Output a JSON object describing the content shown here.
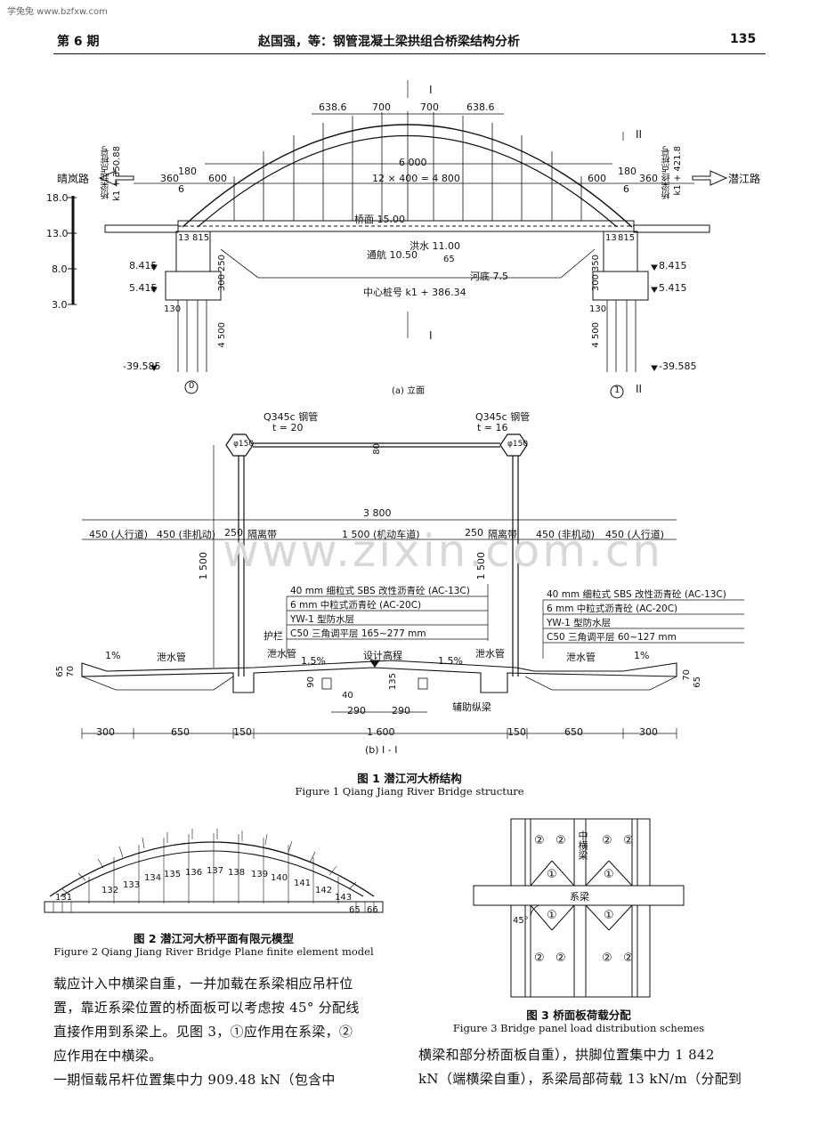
{
  "watermark": "学兔兔 www.bzfxw.com",
  "header": {
    "issue": "第 6 期",
    "title": "赵国强，等：钢管混凝土梁拱组合桥梁结构分析",
    "page": "135"
  },
  "site_watermark": "www.zixin.com.cn",
  "figure1": {
    "elevation": {
      "top_dims": [
        "638.6",
        "700",
        "700",
        "638.6"
      ],
      "span_total": "6 000",
      "hangers": "12 × 400 = 4 800",
      "side_dims": [
        "360",
        "180",
        "6",
        "600"
      ],
      "left_road": "晴岚路",
      "right_road": "潜江路",
      "start_label": "桥梁起点桩号",
      "start_km": "k1 + 350.88",
      "end_label": "桥梁终点桩号",
      "end_km": "k1 + 421.8",
      "scale_marks": [
        "18.0",
        "13.0",
        "8.0",
        "3.0"
      ],
      "deck": "桥面 15.00",
      "flood": "洪水 11.00",
      "navigation": "通航 10.50",
      "riverbed": "河底 7.5",
      "center_km": "中心桩号 k1 + 386.34",
      "elev_8415": "8.415",
      "elev_5415": "5.415",
      "elev_pile": "-39.585",
      "dims_misc": [
        "13",
        "815",
        "250",
        "300",
        "130",
        "4 500",
        "350",
        "65"
      ],
      "section_I": "I",
      "section_II": "II",
      "axis_0": "0",
      "axis_1": "1",
      "caption": "(a) 立面"
    },
    "section": {
      "pipe_left": "Q345c 钢管",
      "pipe_left_t": "t = 20",
      "pipe_right": "Q345c 钢管",
      "pipe_right_t": "t = 16",
      "pipe_dia": "φ150",
      "brace_dim": "80",
      "width_total": "3 800",
      "lanes": [
        "450 (人行道)",
        "450 (非机动)",
        "250",
        "隔离带",
        "1 500 (机动车道)",
        "250",
        "隔离带",
        "450 (非机动)",
        "450 (人行道)"
      ],
      "height": "1 500",
      "layers_left": [
        "40 mm 细粒式 SBS 改性沥青砼 (AC-13C)",
        "6 mm 中粒式沥青砼 (AC-20C)",
        "YW-1 型防水层",
        "C50 三角调平层 165~277 mm"
      ],
      "layers_right": [
        "40 mm 细粒式 SBS 改性沥青砼 (AC-13C)",
        "6 mm 中粒式沥青砼 (AC-20C)",
        "YW-1 型防水层",
        "C50 三角调平层 60~127 mm"
      ],
      "railing": "护栏",
      "drain": "泄水管",
      "slope_1": "1%",
      "slope_15": "1.5%",
      "design_level": "设计高程",
      "aux_beam": "辅助纵梁",
      "small_dims": [
        "65",
        "70",
        "90",
        "40",
        "135",
        "70",
        "65"
      ],
      "mid_dims": [
        "290",
        "290"
      ],
      "bottom_dims": [
        "300",
        "650",
        "150",
        "1 600",
        "150",
        "650",
        "300"
      ],
      "caption": "(b) I - I"
    },
    "caption_cn": "图 1    潜江河大桥结构",
    "caption_en": "Figure 1    Qiang Jiang River Bridge structure"
  },
  "figure2": {
    "nodes": [
      "131",
      "132",
      "133",
      "134",
      "135",
      "136",
      "137",
      "138",
      "139",
      "140",
      "141",
      "142",
      "143",
      "65",
      "66"
    ],
    "caption_cn": "图 2    潜江河大桥平面有限元模型",
    "caption_en": "Figure 2    Qiang Jiang River Bridge Plane finite element model"
  },
  "figure3": {
    "labels": {
      "mid_beam": "中横梁",
      "tie_beam": "系梁",
      "angle": "45°",
      "c1": "①",
      "c2": "②"
    },
    "caption_cn": "图 3    桥面板荷载分配",
    "caption_en": "Figure 3    Bridge panel load distribution schemes"
  },
  "body": {
    "left_lines": [
      "载应计入中横梁自重，一并加载在系梁相应吊杆位",
      "置，靠近系梁位置的桥面板可以考虑按 45° 分配线",
      "直接作用到系梁上。见图 3，①应作用在系梁，②",
      "应作用在中横梁。",
      "    一期恒载吊杆位置集中力 909.48 kN（包含中"
    ],
    "right_lines": [
      "横梁和部分桥面板自重），拱脚位置集中力 1 842",
      "kN（端横梁自重），系梁局部荷载 13 kN/m（分配到"
    ]
  }
}
